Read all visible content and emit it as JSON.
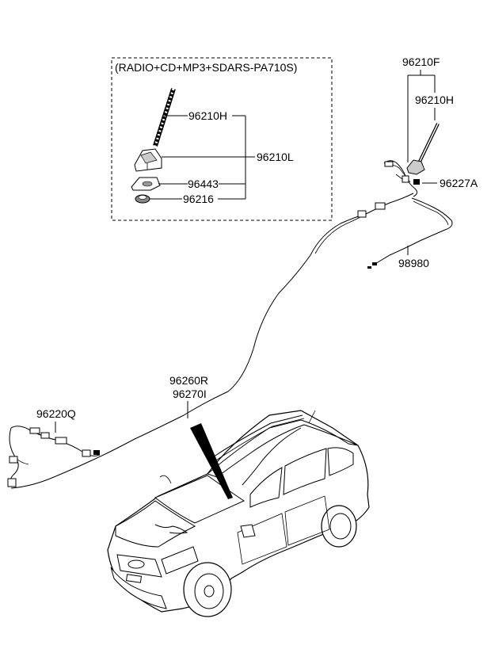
{
  "kit_title": "(RADIO+CD+MP3+SDARS-PA710S)",
  "parts": {
    "p96210H_kit": "96210H",
    "p96210L": "96210L",
    "p96443": "96443",
    "p96216": "96216",
    "p96210F": "96210F",
    "p96210H_roof": "96210H",
    "p96227A": "96227A",
    "p98980": "98980",
    "p96260R": "96260R",
    "p96270I": "96270I",
    "p96220Q": "96220Q"
  }
}
